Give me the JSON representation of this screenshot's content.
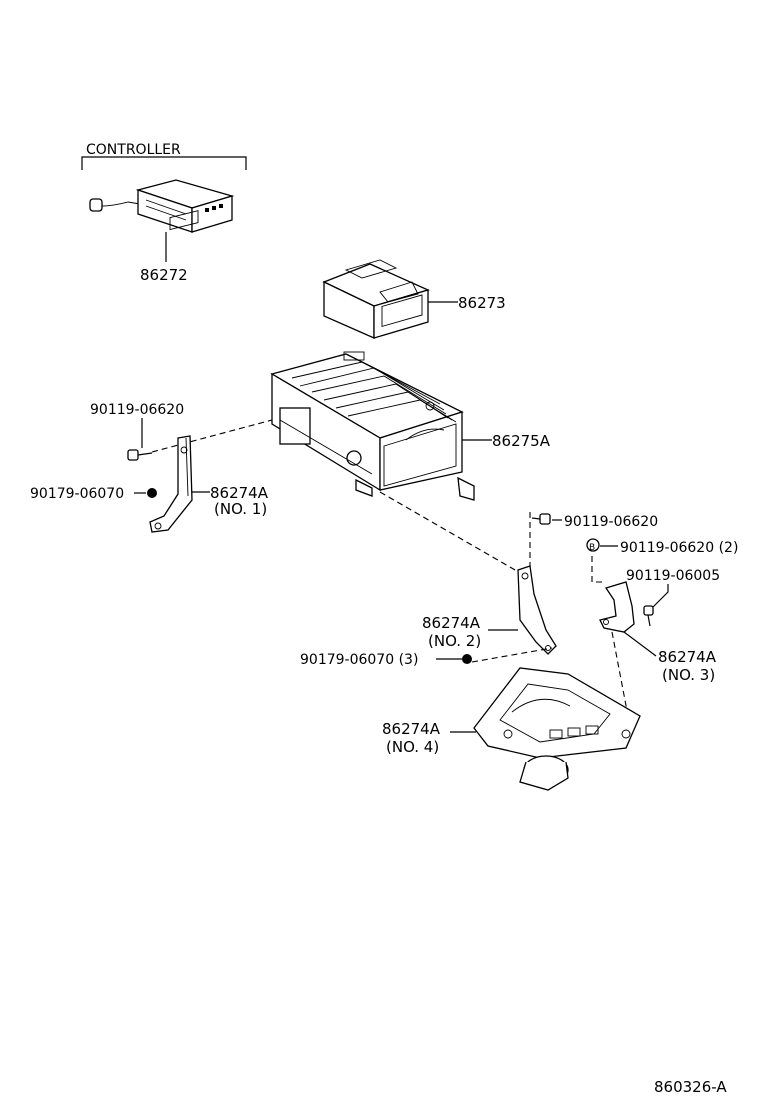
{
  "labels": {
    "controller": "CONTROLLER",
    "p86272": "86272",
    "p86273": "86273",
    "p86275a": "86275A",
    "bolt_left": "90119-06620",
    "nut_left": "90179-06070",
    "bracket1": "86274A",
    "bracket1_no": "(NO. 1)",
    "bolt_right": "90119-06620",
    "bolt_b2": "90119-06620 (2)",
    "b_marker": "B",
    "screw": "90119-06005",
    "bracket2": "86274A",
    "bracket2_no": "(NO. 2)",
    "nut_bottom": "90179-06070 (3)",
    "bracket3": "86274A",
    "bracket3_no": "(NO. 3)",
    "bracket4": "86274A",
    "bracket4_no": "(NO. 4)",
    "diagram_code": "860326-A"
  }
}
